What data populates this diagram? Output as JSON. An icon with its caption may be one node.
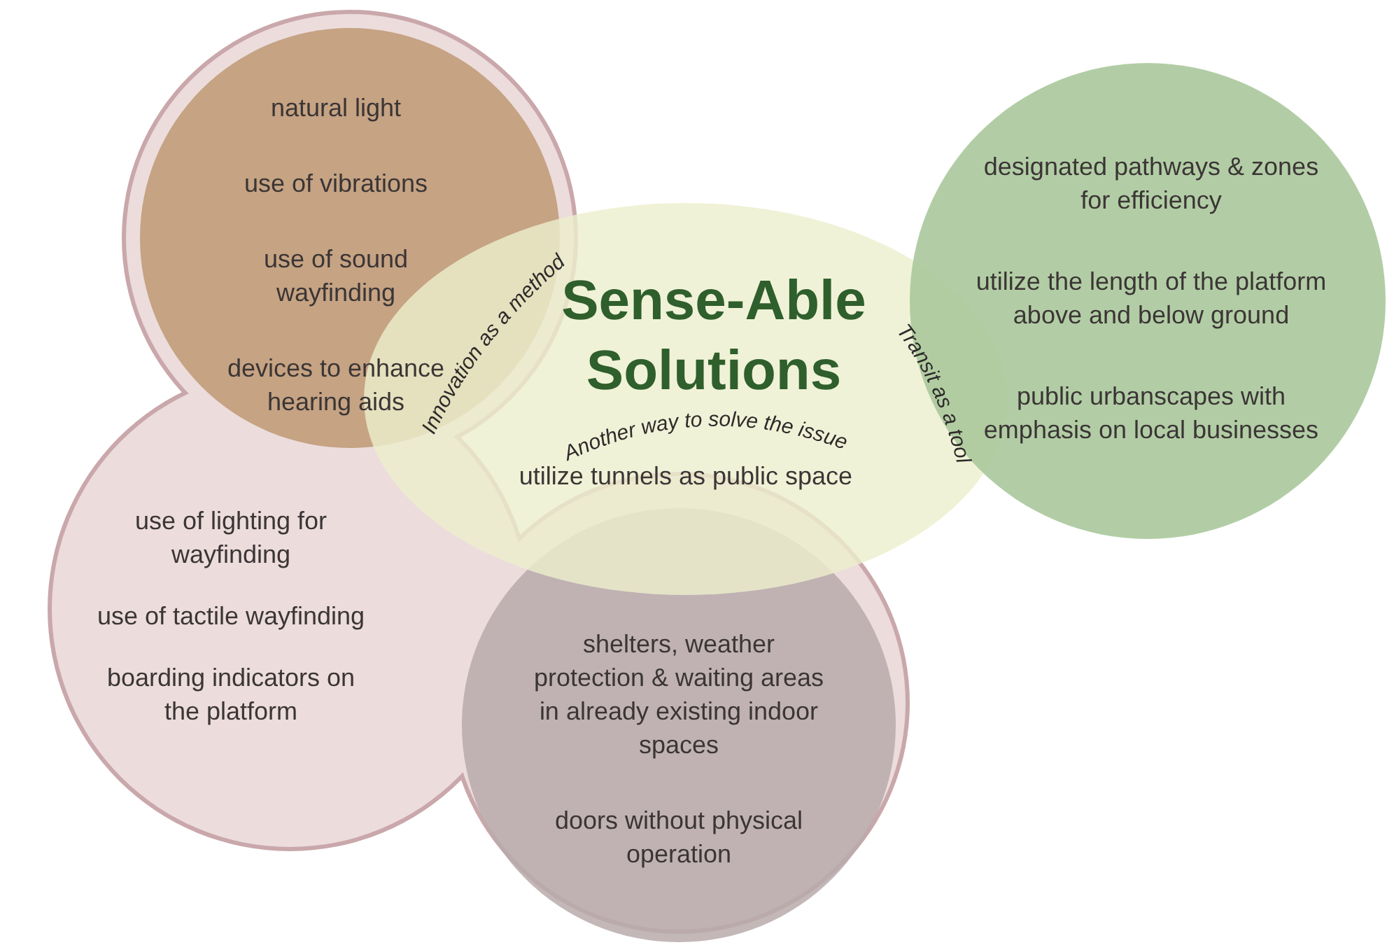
{
  "diagram": {
    "nodes": [
      {
        "text": [
          "use of lighting for wayfinding",
          "use of tactile wayfinding",
          "boarding indicators on the platform"
        ]
      },
      {
        "text": [
          "natural light",
          "use of vibrations",
          "use of sound wayfinding",
          "devices to enhance hearing aids"
        ],
        "in": 0
      },
      {
        "text": [
          "Sense-Able Solutions",
          "utilize tunnels as public space"
        ]
      },
      {
        "text": [
          "designated pathways & zones for efficiency",
          "utilize the length of the platform above and below ground",
          "public urbanscapes with emphasis on local businesses"
        ]
      },
      {
        "text": [
          "shelters, weather protection & waiting areas in already existing indoor spaces",
          "doors without physical operation"
        ],
        "in": 0
      }
    ],
    "edges": [],
    "labels": [
      "Innovation as a method",
      "Transit as a tool",
      "Another way to solve the issue"
    ]
  }
}
